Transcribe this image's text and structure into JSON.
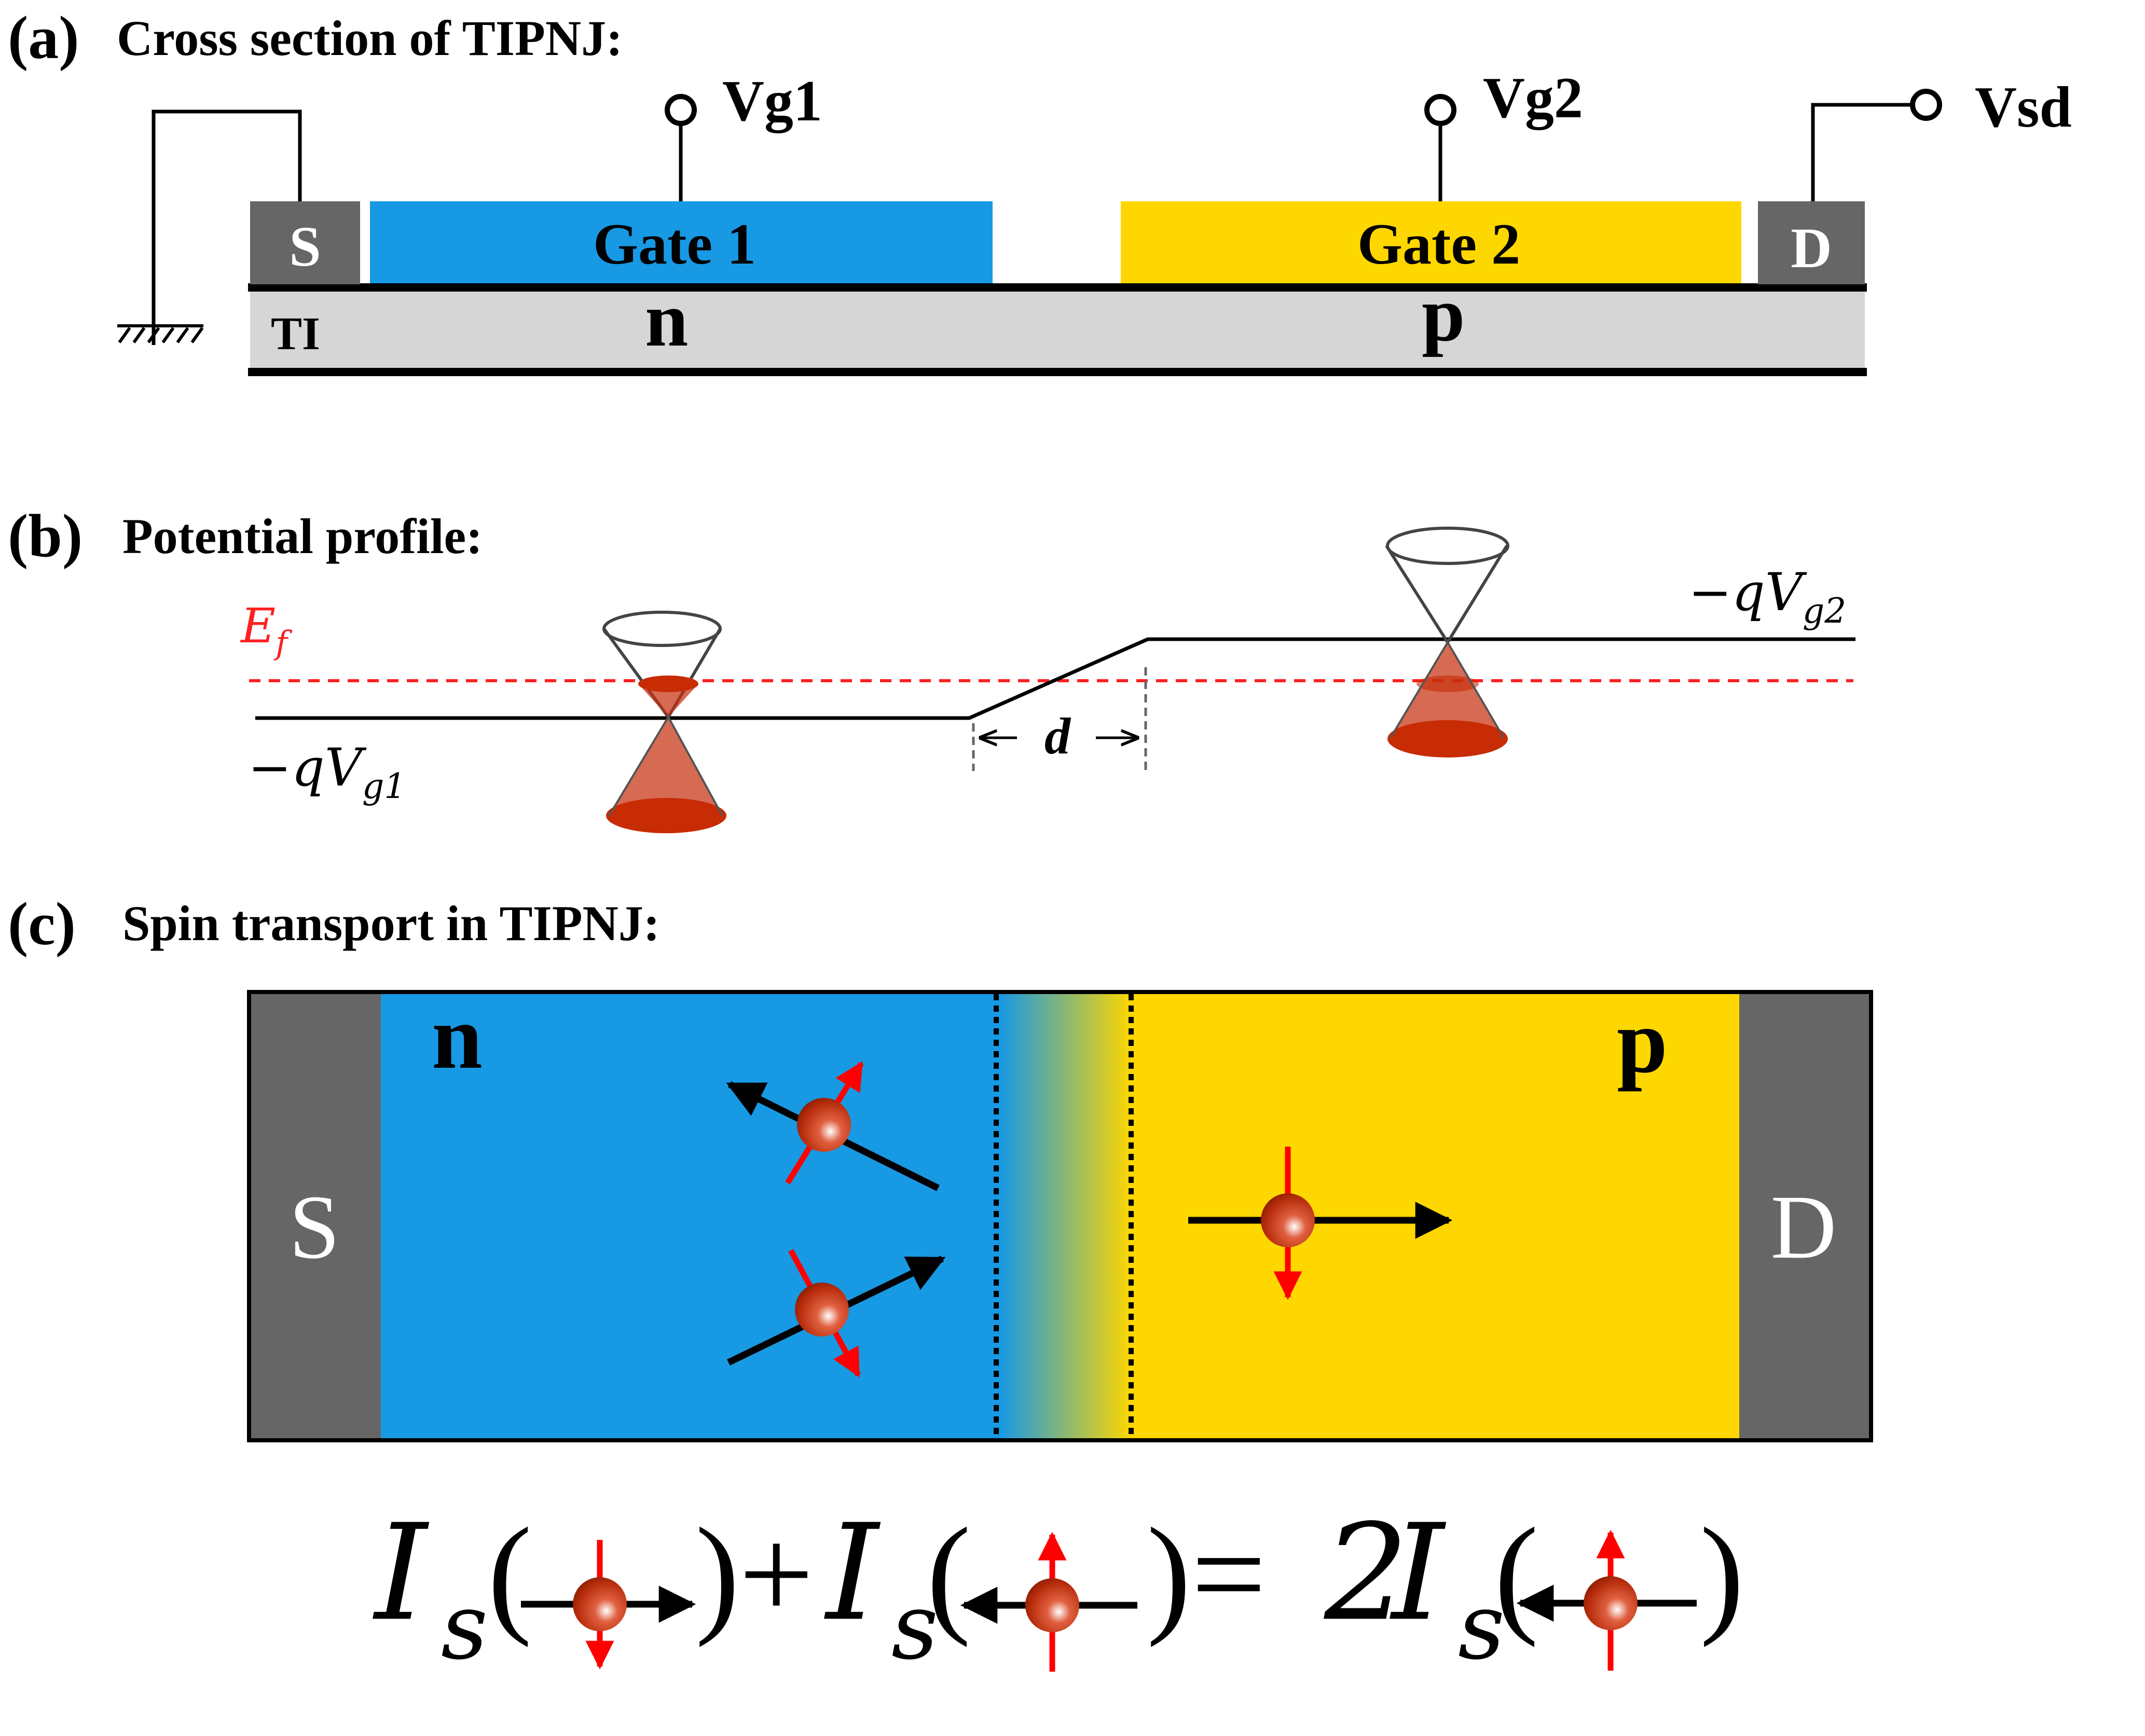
{
  "panel_a": {
    "label": "(a)",
    "title": "Cross section of TIPNJ:",
    "source_label": "S",
    "drain_label": "D",
    "gate1_label": "Gate 1",
    "gate2_label": "Gate 2",
    "vg1_label": "Vg1",
    "vg2_label": "Vg2",
    "vsd_label": "Vsd",
    "ti_label": "TI",
    "n_label": "n",
    "p_label": "p"
  },
  "panel_b": {
    "label": "(b)",
    "title": "Potential profile:",
    "ef_label": "E",
    "ef_sub": "f",
    "left_level_prefix": "−qV",
    "left_level_sub": "g1",
    "right_level_prefix": "−qV",
    "right_level_sub": "g2",
    "d_label": "d"
  },
  "panel_c": {
    "label": "(c)",
    "title": "Spin transport in TIPNJ:",
    "source_label": "S",
    "drain_label": "D",
    "n_label": "n",
    "p_label": "p"
  },
  "equation": {
    "symbol": "I",
    "sub": "s",
    "open_paren": "(",
    "close_paren": ")",
    "plus": "+",
    "equals": "=",
    "coef": "2"
  },
  "colors": {
    "n_region": "#1899e3",
    "p_region": "#ffd700",
    "contact": "#666666",
    "ti": "#d6d6d6",
    "spin_arrow": "#ff0000",
    "fermi": "#ff2020",
    "cone_fill": "#c83010"
  }
}
